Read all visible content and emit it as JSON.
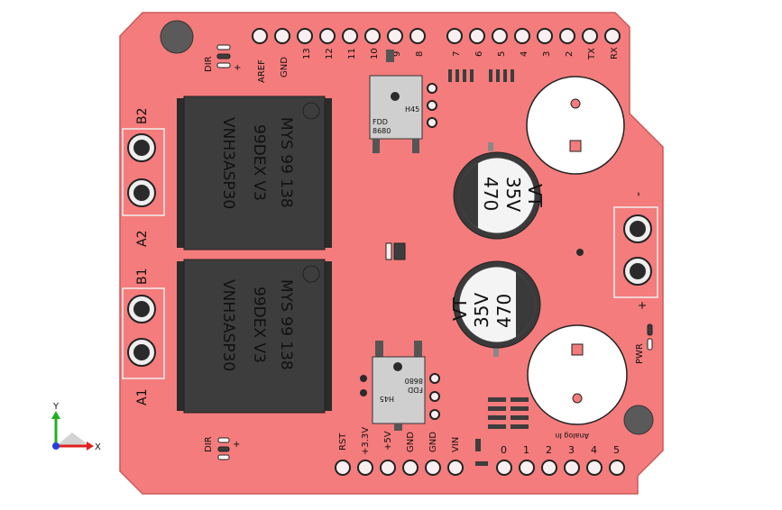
{
  "chips": {
    "top": [
      "VNH3ASP30",
      "99DEX V3",
      "MYS 99 138"
    ],
    "bottom": [
      "VNH3ASP30",
      "99DEX V3",
      "MYS 99 138"
    ]
  },
  "capacitors": {
    "top": [
      "470",
      "35V",
      "VT"
    ],
    "bottom": [
      "470",
      "35V",
      "VT"
    ]
  },
  "mosfets": {
    "top": {
      "line1": "FDD",
      "line2": "8680",
      "code": "H45"
    },
    "bottom": {
      "line1": "FDD",
      "line2": "8680",
      "code": "H45"
    }
  },
  "pins": {
    "top": [
      "AREF",
      "GND",
      "13",
      "12",
      "11",
      "10",
      "9",
      "8",
      "7",
      "6",
      "5",
      "4",
      "3",
      "2",
      "TX",
      "RX"
    ],
    "power": [
      "RST",
      "+3.3V",
      "+5V",
      "GND",
      "GND",
      "VIN"
    ],
    "analog": [
      "0",
      "1",
      "2",
      "3",
      "4",
      "5"
    ]
  },
  "labels": {
    "dir_top": "DIR",
    "dir_bottom": "DIR",
    "b2": "B2",
    "a2": "A2",
    "b1": "B1",
    "a1": "A1",
    "pwr": "PWR",
    "analog_in": "Analog In",
    "minus": "-",
    "plus": "+"
  },
  "triad": {
    "x": "X",
    "y": "Y"
  },
  "colors": {
    "board": "#f47c7c",
    "board_edge": "#c95a5a",
    "chip": "#3d3d3d",
    "terminal_fill": "#f47c7c",
    "pad": "#f8f0f0"
  }
}
